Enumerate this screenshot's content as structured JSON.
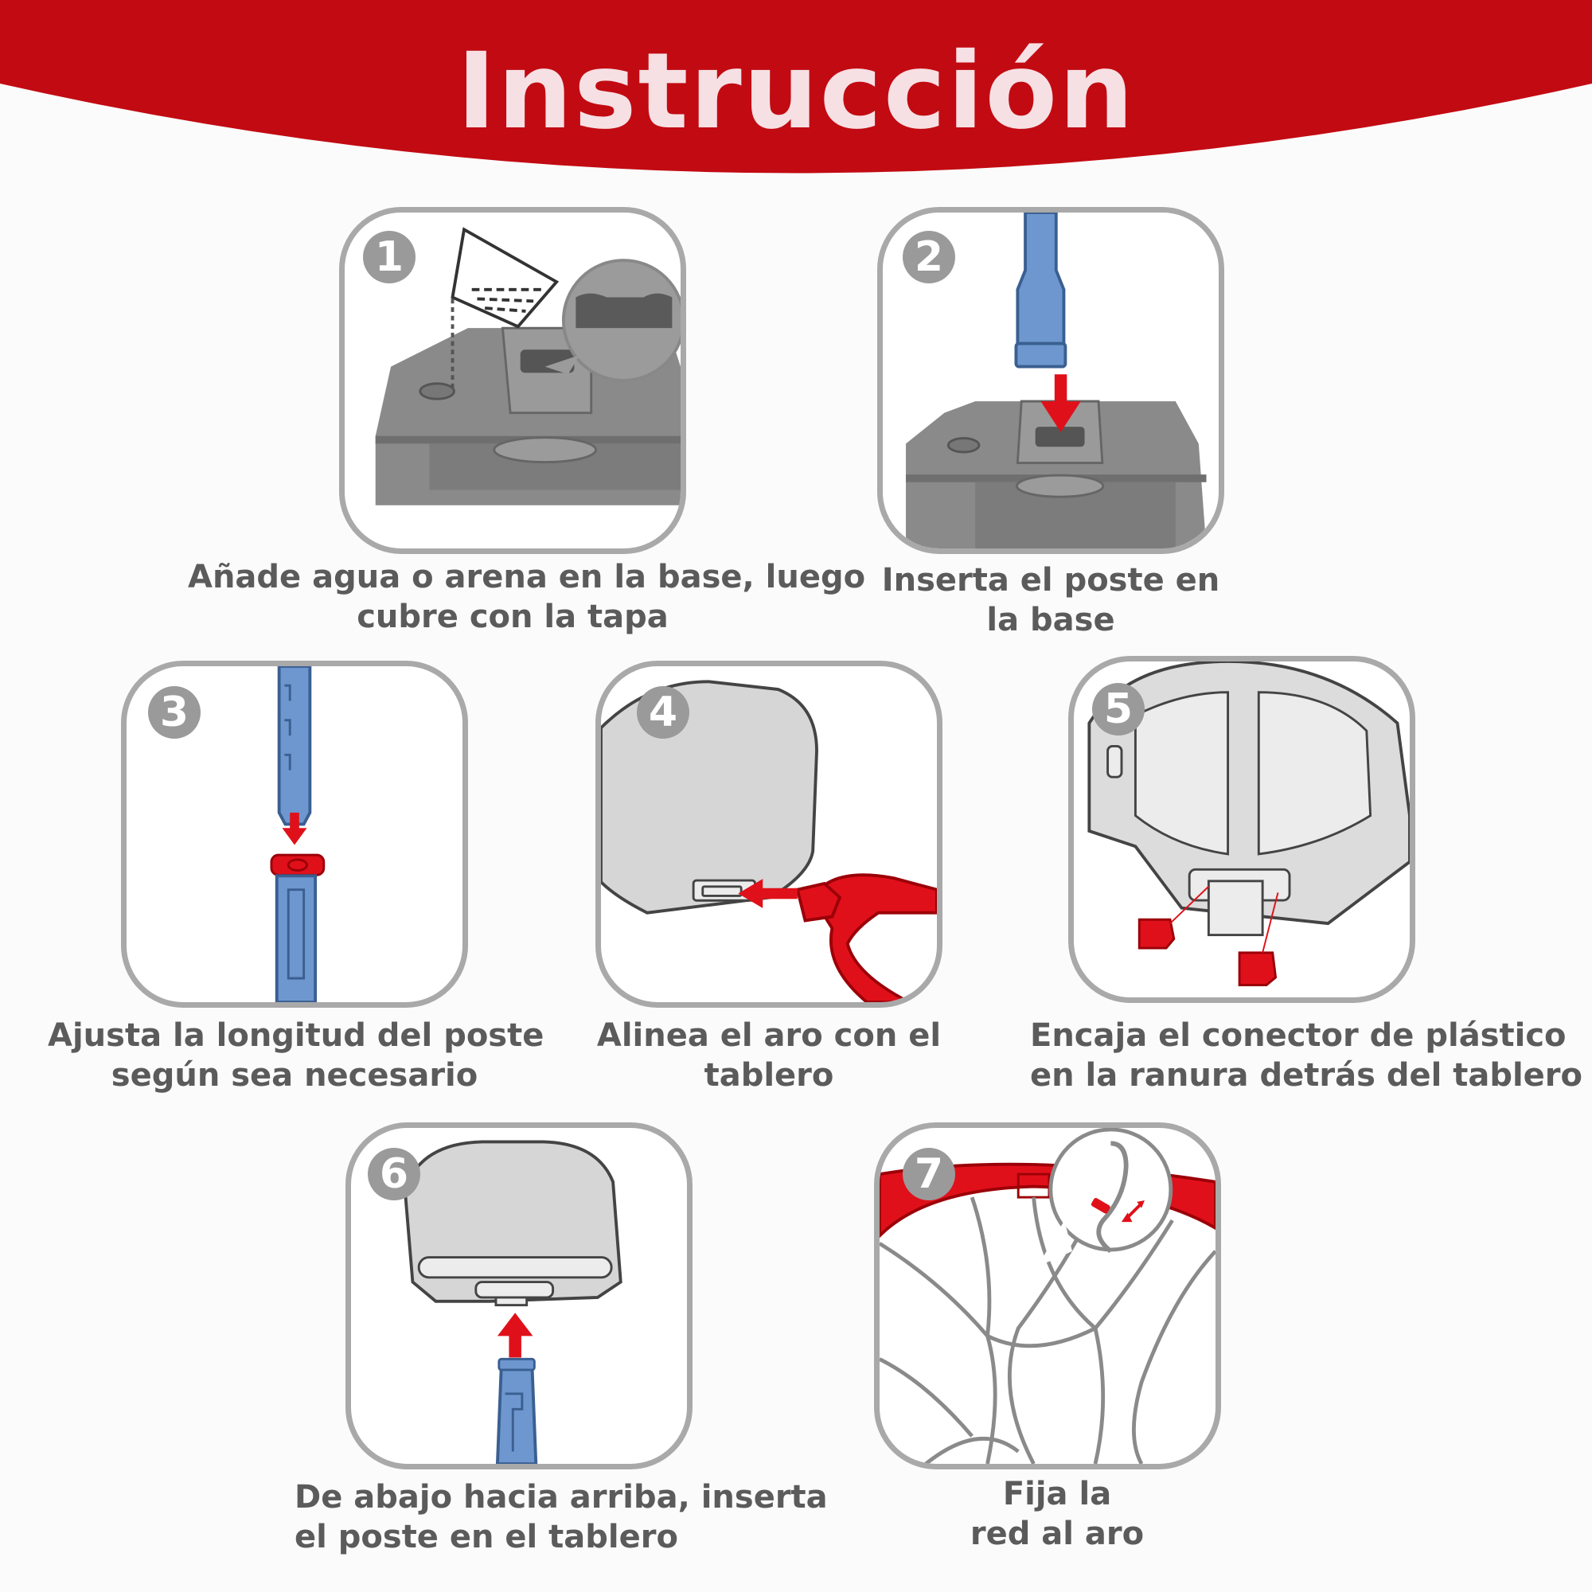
{
  "header": {
    "title": "Instrucción",
    "color": "#c20a12"
  },
  "colors": {
    "accent_red": "#e0101a",
    "pole_blue": "#6e97cf",
    "card_border": "#a9a9a9",
    "base_gray": "#8a8a8a",
    "caption_text": "#5b5b5b"
  },
  "steps": [
    {
      "number": "1",
      "icon": "water-sand-base-icon",
      "lines": [
        "Añade agua o arena en la base, luego",
        "cubre con la tapa"
      ]
    },
    {
      "number": "2",
      "icon": "pole-into-base-icon",
      "lines": [
        "Inserta el poste en",
        "la base"
      ]
    },
    {
      "number": "3",
      "icon": "pole-length-icon",
      "lines": [
        "Ajusta la longitud del poste",
        "según sea necesario"
      ]
    },
    {
      "number": "4",
      "icon": "hoop-backboard-icon",
      "lines": [
        "Alinea el aro con el",
        "tablero"
      ]
    },
    {
      "number": "5",
      "icon": "plastic-connector-icon",
      "lines": [
        "Encaja el conector de plástico",
        "en la ranura detrás del tablero"
      ]
    },
    {
      "number": "6",
      "icon": "pole-into-backboard-icon",
      "lines": [
        "De abajo hacia arriba, inserta",
        "el poste en el tablero"
      ]
    },
    {
      "number": "7",
      "icon": "net-to-hoop-icon",
      "lines": [
        "Fija la",
        "red al aro"
      ]
    }
  ]
}
